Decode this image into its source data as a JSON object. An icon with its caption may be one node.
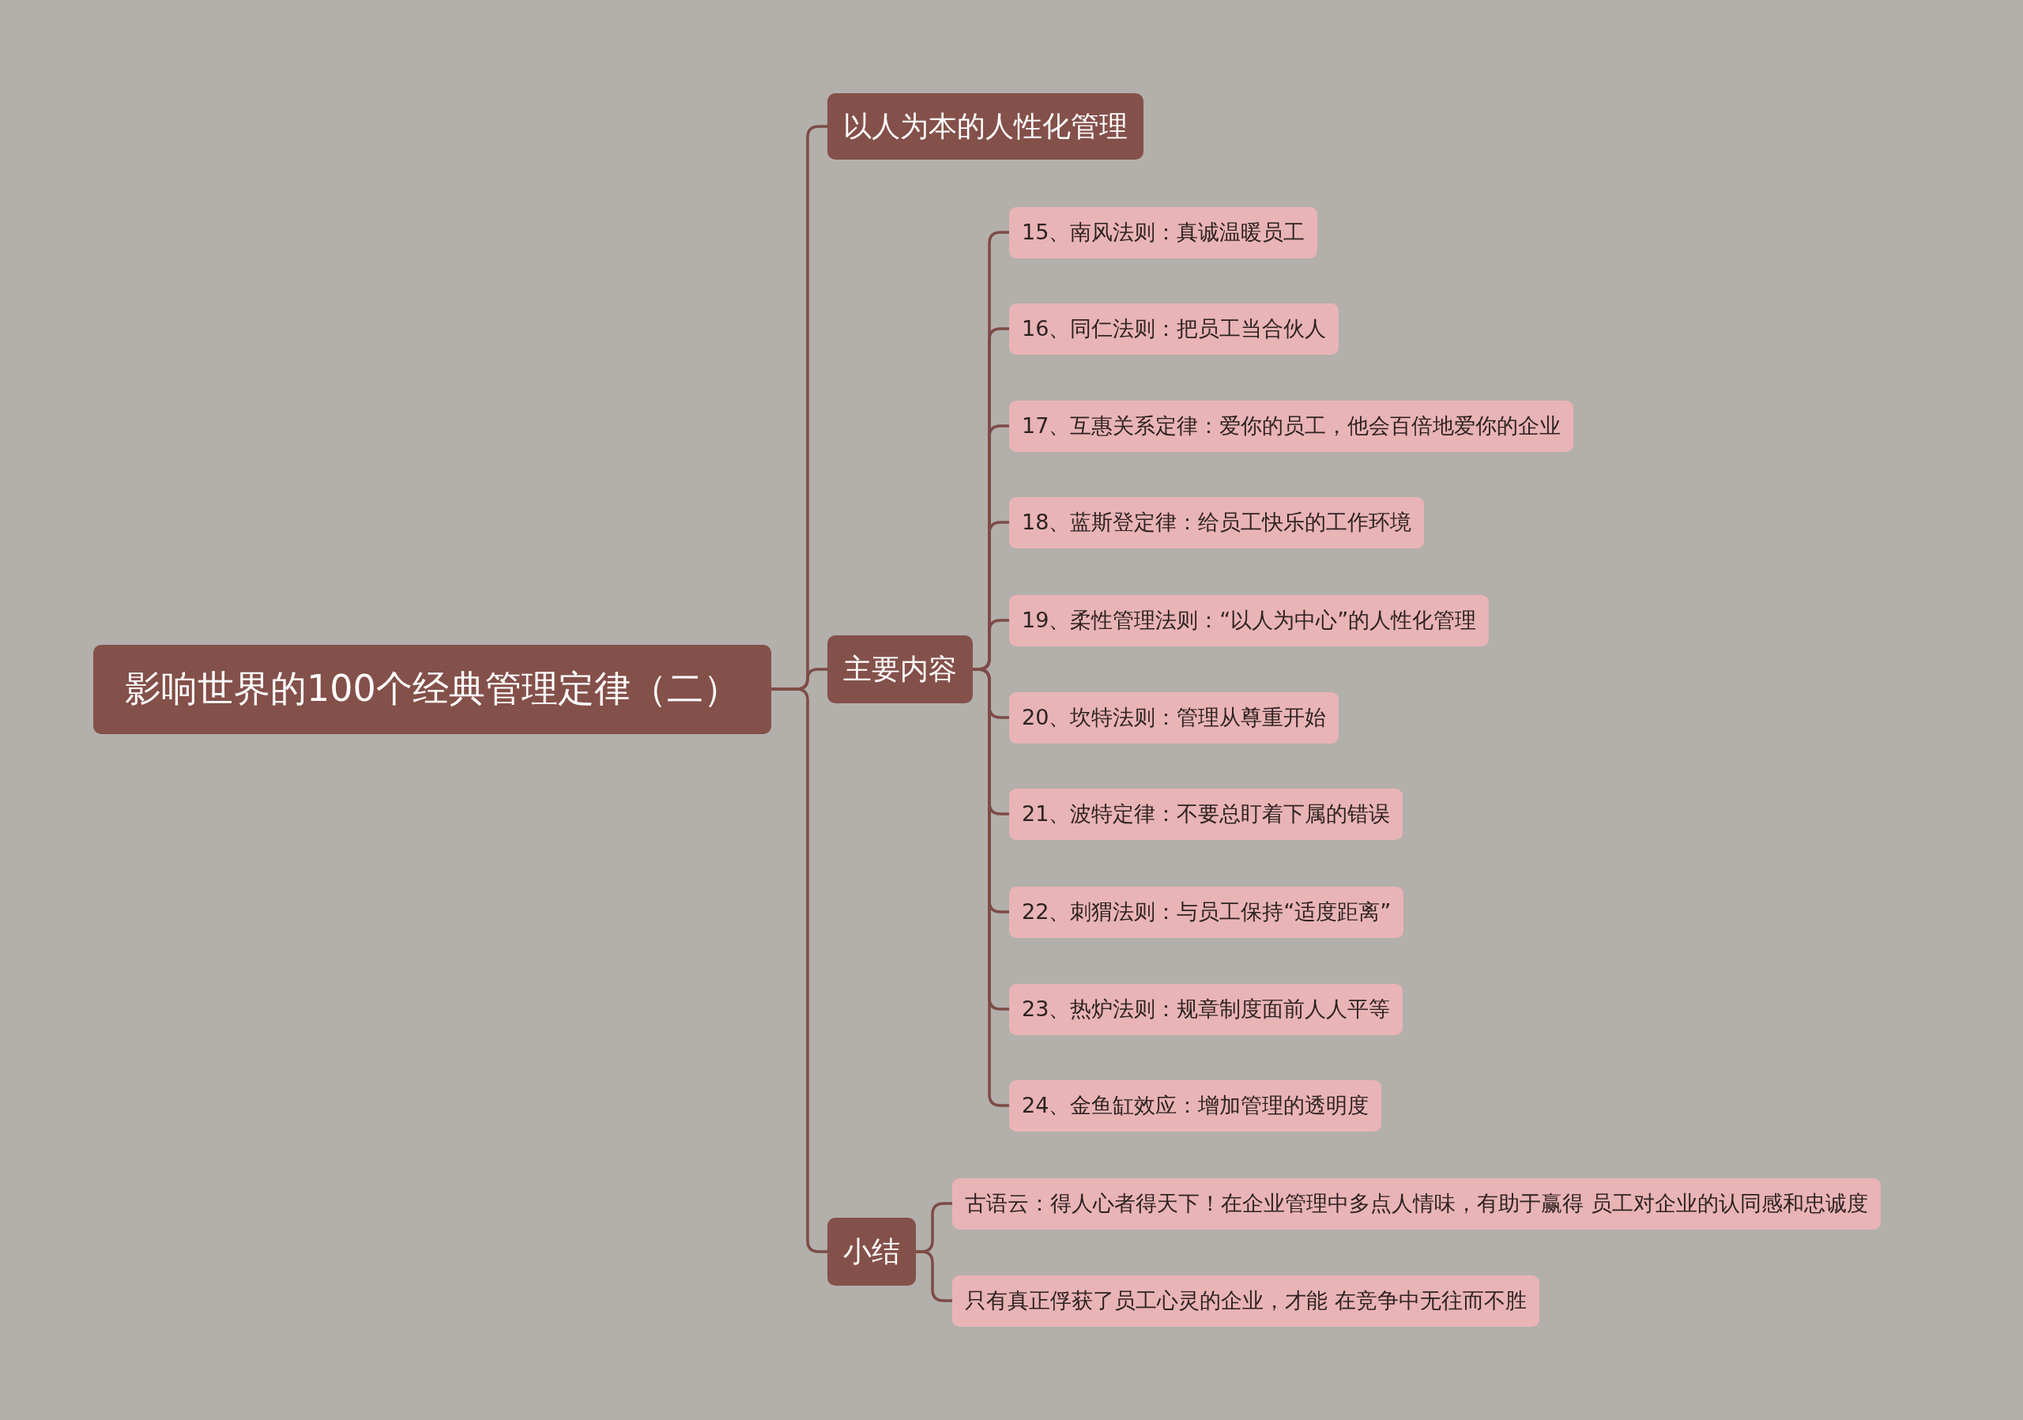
{
  "diagram": {
    "nodes": [
      {
        "text": [
          "影响世界的100个经典管理定律（二）"
        ]
      },
      {
        "text": [
          "以人为本的人性化管理"
        ]
      },
      {
        "text": [
          "主要内容"
        ]
      },
      {
        "text": [
          "15、南风法则：真诚温暖员工"
        ]
      },
      {
        "text": [
          "16、同仁法则：把员工当合伙人"
        ]
      },
      {
        "text": [
          "17、互惠关系定律：爱你的员工，他会百倍地爱你的企业"
        ]
      },
      {
        "text": [
          "18、蓝斯登定律：给员工快乐的工作环境"
        ]
      },
      {
        "text": [
          "19、柔性管理法则：“以人为中心”的人性化管理"
        ]
      },
      {
        "text": [
          "20、坎特法则：管理从尊重开始"
        ]
      },
      {
        "text": [
          "21、波特定律：不要总盯着下属的错误"
        ]
      },
      {
        "text": [
          "22、刺猬法则：与员工保持“适度距离”"
        ]
      },
      {
        "text": [
          "23、热炉法则：规章制度面前人人平等"
        ]
      },
      {
        "text": [
          "24、金鱼缸效应：增加管理的透明度"
        ]
      },
      {
        "text": [
          "小结"
        ]
      },
      {
        "text": [
          "古语云：得人心者得天下！在企业管理中多点人情味，有助于赢得 员工对企业的认同感和忠诚度"
        ]
      },
      {
        "text": [
          "只有真正俘获了员工心灵的企业，才能 在竞争中无往而不胜"
        ]
      }
    ],
    "edges": [
      {
        "from": 0,
        "to": 1,
        "arrow": "none"
      },
      {
        "from": 0,
        "to": 2,
        "arrow": "none"
      },
      {
        "from": 0,
        "to": 13,
        "arrow": "none"
      },
      {
        "from": 2,
        "to": 3,
        "arrow": "none"
      },
      {
        "from": 2,
        "to": 4,
        "arrow": "none"
      },
      {
        "from": 2,
        "to": 5,
        "arrow": "none"
      },
      {
        "from": 2,
        "to": 6,
        "arrow": "none"
      },
      {
        "from": 2,
        "to": 7,
        "arrow": "none"
      },
      {
        "from": 2,
        "to": 8,
        "arrow": "none"
      },
      {
        "from": 2,
        "to": 9,
        "arrow": "none"
      },
      {
        "from": 2,
        "to": 10,
        "arrow": "none"
      },
      {
        "from": 2,
        "to": 11,
        "arrow": "none"
      },
      {
        "from": 2,
        "to": 12,
        "arrow": "none"
      },
      {
        "from": 13,
        "to": 14,
        "arrow": "none"
      },
      {
        "from": 13,
        "to": 15,
        "arrow": "none"
      }
    ]
  }
}
